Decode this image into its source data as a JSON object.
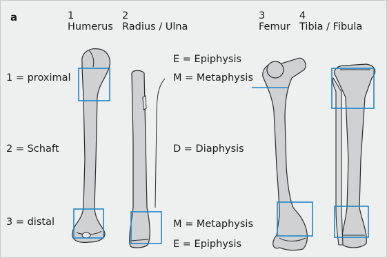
{
  "panel_label": "a",
  "bones": [
    {
      "number": "1",
      "name": "Humerus"
    },
    {
      "number": "2",
      "name": "Radius / Ulna"
    },
    {
      "number": "3",
      "name": "Femur"
    },
    {
      "number": "4",
      "name": "Tibia / Fibula"
    }
  ],
  "regions": {
    "proximal": "1 = proximal",
    "shaft": "2 = Schaft",
    "distal": "3 = distal"
  },
  "zones": {
    "epiphysis_top": "E = Epiphysis",
    "metaphysis_top": "M = Metaphysis",
    "diaphysis": "D = Diaphysis",
    "metaphysis_bottom": "M = Metaphysis",
    "epiphysis_bottom": "E = Epiphysis"
  },
  "colors": {
    "background": "#eeefef",
    "bone_fill": "#cfd1d3",
    "bone_stroke": "#2b2b2b",
    "highlight_box": "#1f86c8"
  }
}
